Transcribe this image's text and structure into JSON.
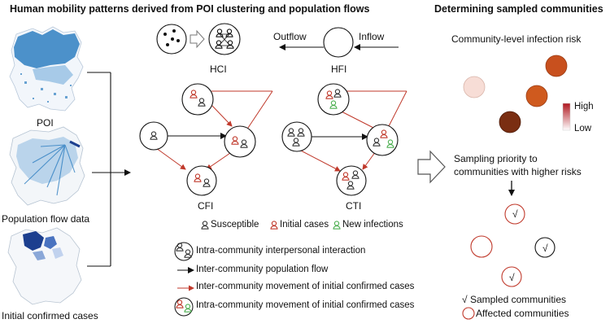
{
  "titles": {
    "left": "Human mobility patterns derived from POI clustering and population flows",
    "right": "Determining sampled communities"
  },
  "maps": [
    {
      "label": "POI",
      "color": "#2f7fc1"
    },
    {
      "label": "Population flow data",
      "color": "#8ab8e0"
    },
    {
      "label": "Initial confirmed cases",
      "color": "#1c3f8f"
    }
  ],
  "indices": {
    "hci": "HCI",
    "hfi": "HFI",
    "cfi": "CFI",
    "cti": "CTI",
    "outflow": "Outflow",
    "inflow": "Inflow"
  },
  "person_legend": [
    {
      "label": "Susceptible",
      "color": "#333333"
    },
    {
      "label": "Initial cases",
      "color": "#c0392b"
    },
    {
      "label": "New infections",
      "color": "#4caf50"
    }
  ],
  "legend": [
    {
      "name": "interaction",
      "label": "Intra-community interpersonal interaction"
    },
    {
      "name": "flow",
      "label": "Inter-community population flow"
    },
    {
      "name": "cases-movement",
      "label": "Inter-community movement of initial confirmed cases"
    },
    {
      "name": "intra-movement",
      "label": "Intra-community movement of initial confirmed cases"
    }
  ],
  "right": {
    "risk_title": "Community-level infection risk",
    "risk_high": "High",
    "risk_low": "Low",
    "sampling_line1": "Sampling priority to",
    "sampling_line2": "communities with higher risks",
    "check": "√",
    "sampled_legend": "Sampled communities",
    "affected_legend": "Affected communities"
  },
  "colors": {
    "case_red": "#c0392b",
    "risk_dark": "#7a2e12",
    "risk_mid": "#c8501e",
    "risk_light": "#f7ddd6"
  }
}
